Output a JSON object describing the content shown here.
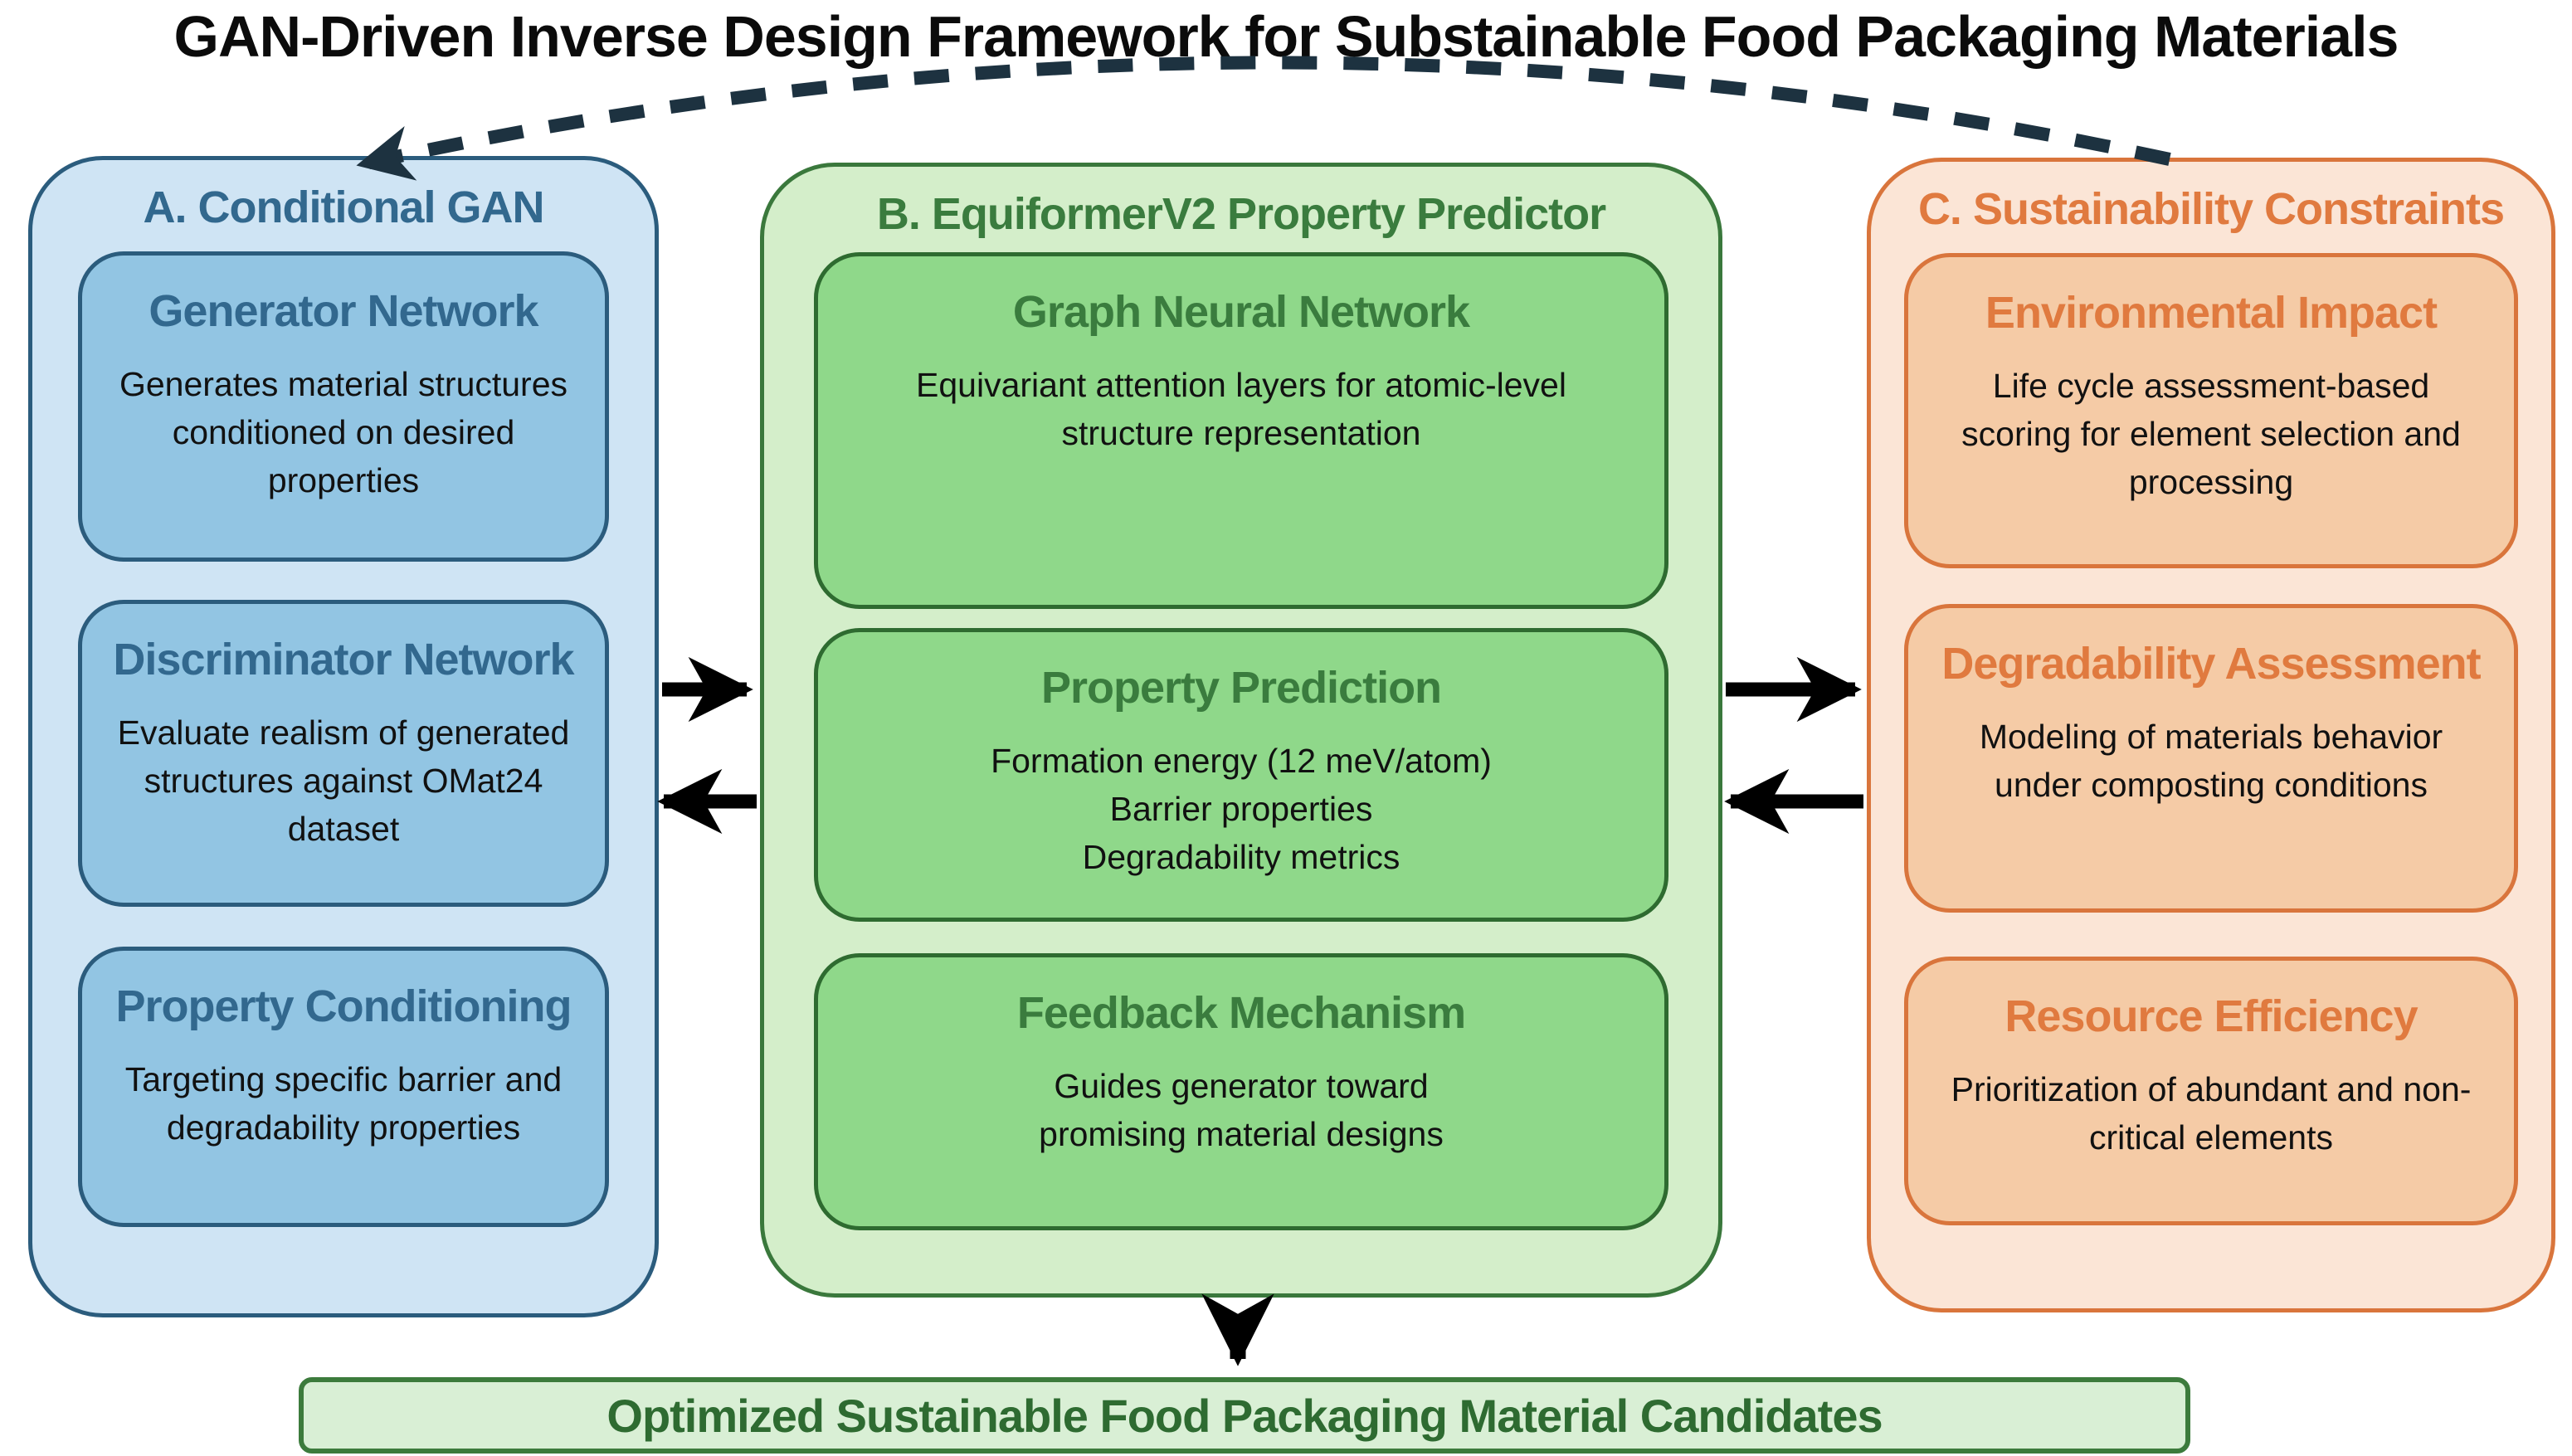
{
  "title": "GAN-Driven Inverse Design Framework for Substainable Food Packaging Materials",
  "columns": [
    {
      "id": "A",
      "header": "A. Conditional GAN",
      "accent_color": "#32688e",
      "fill_color": "#92c5e3",
      "background_color": "#cfe4f4",
      "border_color": "#2b5c7d",
      "boxes": [
        {
          "heading": "Generator Network",
          "body": "Generates material structures\nconditioned on desired\nproperties"
        },
        {
          "heading": "Discriminator Network",
          "body": "Evaluate realism of generated\nstructures against OMat24\ndataset"
        },
        {
          "heading": "Property Conditioning",
          "body": "Targeting specific barrier and\ndegradability properties"
        }
      ]
    },
    {
      "id": "B",
      "header": "B. EquiformerV2 Property Predictor",
      "accent_color": "#3a7c3e",
      "fill_color": "#8fd88a",
      "background_color": "#d4eeca",
      "border_color": "#2e6b30",
      "boxes": [
        {
          "heading": "Graph Neural Network",
          "body": "Equivariant attention layers for atomic-level\nstructure representation"
        },
        {
          "heading": "Property Prediction",
          "body": "Formation energy (12 meV/atom)\nBarrier properties\nDegradability metrics"
        },
        {
          "heading": "Feedback Mechanism",
          "body": "Guides generator toward\npromising material designs"
        }
      ]
    },
    {
      "id": "C",
      "header": "C. Sustainability Constraints",
      "accent_color": "#e07a3f",
      "fill_color": "#f5cba6",
      "background_color": "#fbe5d6",
      "border_color": "#d9753c",
      "boxes": [
        {
          "heading": "Environmental Impact",
          "body": "Life cycle assessment-based\nscoring for element selection and\nprocessing"
        },
        {
          "heading": "Degradability Assessment",
          "body": "Modeling of materials behavior\nunder composting conditions"
        },
        {
          "heading": "Resource Efficiency",
          "body": "Prioritization of abundant and non-\ncritical elements"
        }
      ]
    }
  ],
  "arrows": {
    "a_to_b": "solid right arrow",
    "b_to_a": "solid left arrow",
    "b_to_c": "solid right arrow",
    "c_to_b": "solid left arrow",
    "b_down_to_output": "solid down arrow",
    "feedback_loop": "dashed arc from C back to A",
    "solid_color": "#000000",
    "dashed_color": "#1d3240"
  },
  "output_box": {
    "label": "Optimized Sustainable Food Packaging Material Candidates",
    "fill_color": "#d9efd5",
    "border_color": "#3c7b3c",
    "text_color": "#2e6b31"
  }
}
